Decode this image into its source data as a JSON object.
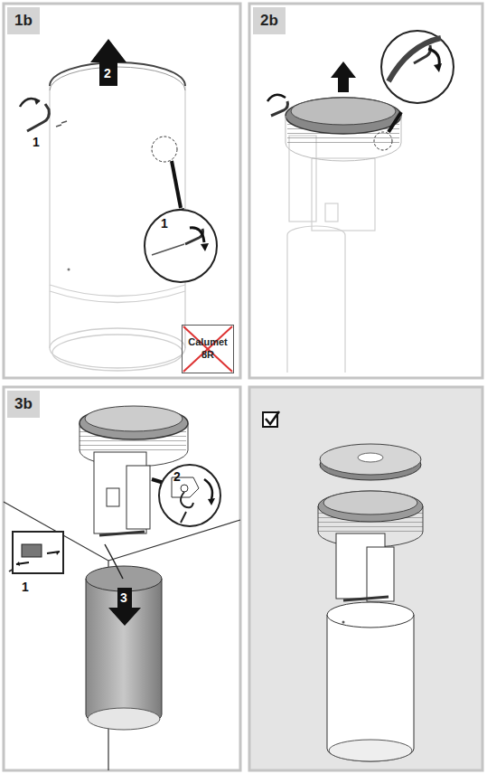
{
  "diagram": {
    "nodes": [
      {
        "text": [
          "1b"
        ]
      },
      {
        "text": [
          "2b"
        ]
      },
      {
        "text": [
          "3b"
        ]
      },
      {
        "text": [
          "Calumet",
          "8R"
        ]
      }
    ],
    "labels": [
      "2",
      "1",
      "1",
      "2",
      "1",
      "3"
    ]
  }
}
